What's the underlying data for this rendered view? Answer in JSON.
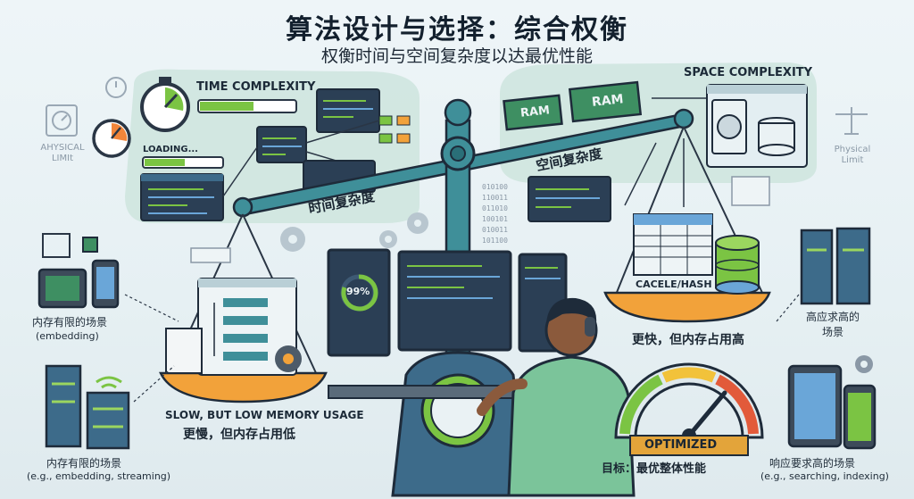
{
  "header": {
    "title": "算法设计与选择：综合权衡",
    "subtitle": "权衡时间与空间复杂度以达最优性能"
  },
  "left_panel": {
    "label": "TIME COMPLEXITY",
    "loading": "LOADING...",
    "physical_limit": "AHYSICAL\nLIMIt"
  },
  "right_panel": {
    "label": "SPACE COMPLEXITY",
    "ram_chips": [
      "RAM",
      "RAM"
    ],
    "physical_limit": "Physical\nLimit"
  },
  "beam": {
    "left_label": "时间复杂度",
    "right_label": "空间复杂度"
  },
  "left_pan": {
    "caption_en": "SLOW, BUT LOW MEMORY USAGE",
    "caption_cn": "更慢，但内存占用低"
  },
  "right_pan": {
    "cache_label": "CACELE/HASH",
    "caption_cn": "更快，但内存占用高"
  },
  "monitor": {
    "progress_text": "99%"
  },
  "gauge": {
    "label": "OPTIMIZED",
    "goal": "目标：最优整体性能"
  },
  "side_notes": {
    "left_top_cn": "内存有限的场景",
    "left_top_en": "(embedding)",
    "left_bottom_cn": "内存有限的场景",
    "left_bottom_en": "(e.g., embedding, streaming)",
    "right_top_cn": "高应求高的\n场景",
    "right_bottom_cn": "响应要求高的场景",
    "right_bottom_en": "(e.g., searching, indexing)"
  },
  "colors": {
    "beam": "#3f8f99",
    "pan": "#f2a23a",
    "screen": "#2b3f55",
    "panel_bg": "#cfe6df",
    "accent_green": "#7bc443"
  }
}
